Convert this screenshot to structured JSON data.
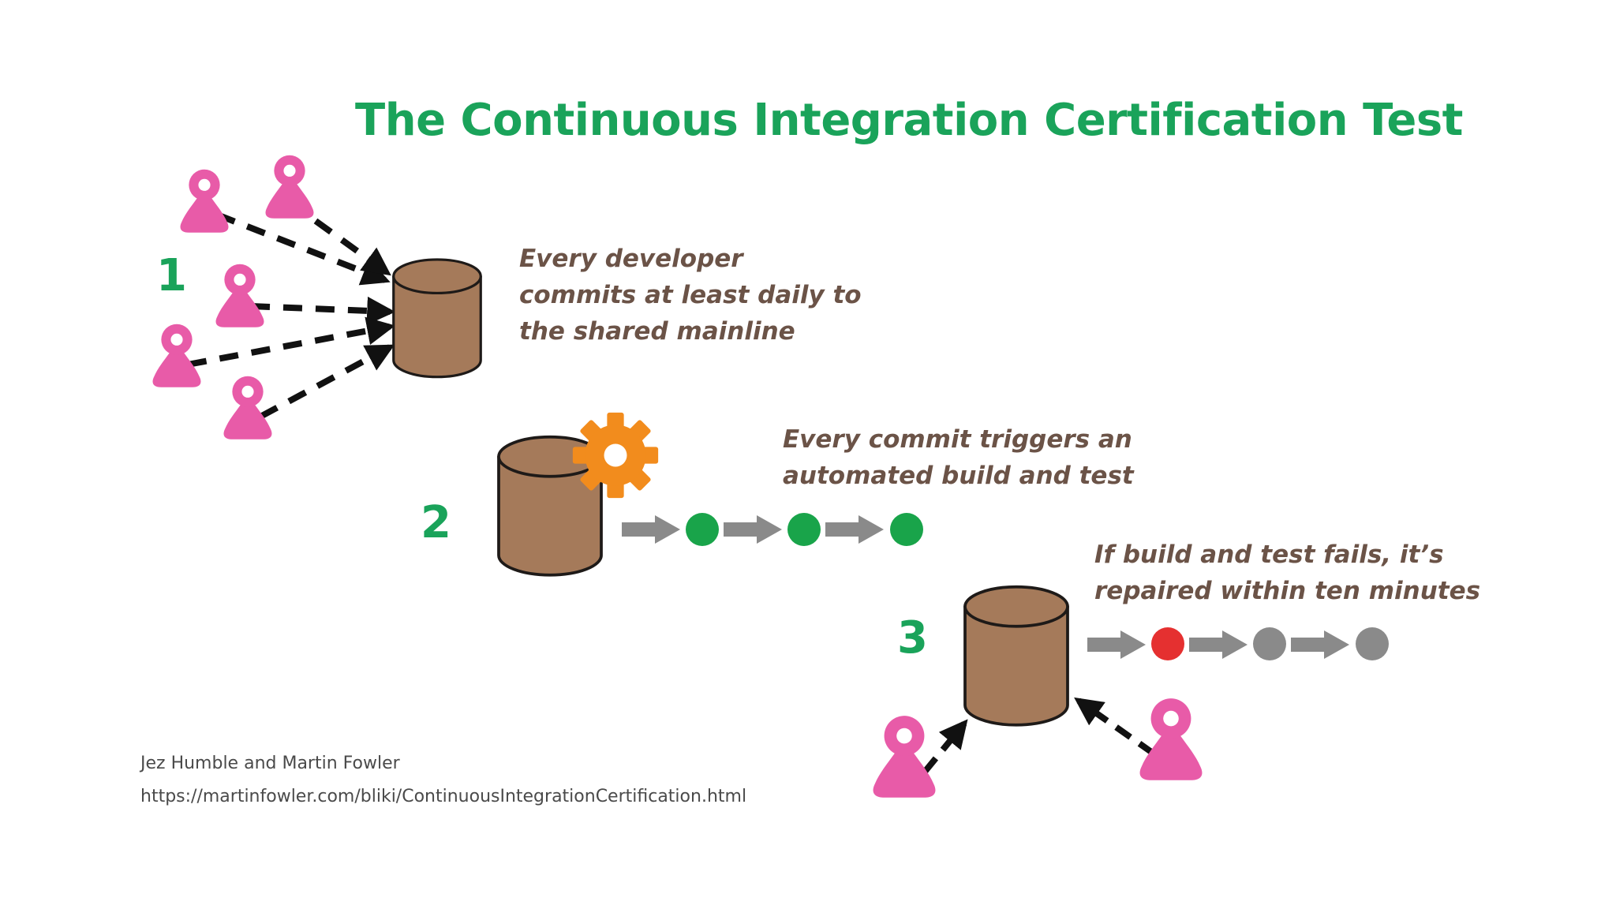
{
  "title": "The Continuous Integration Certification Test",
  "steps": [
    {
      "number": "1",
      "caption_lines": [
        "Every developer",
        "commits at least daily to",
        "the shared mainline"
      ]
    },
    {
      "number": "2",
      "caption_lines": [
        "Every commit triggers an",
        "automated build and test"
      ]
    },
    {
      "number": "3",
      "caption_lines": [
        "If build and test fails, it’s",
        "repaired within ten minutes"
      ]
    }
  ],
  "credit": {
    "authors": "Jez Humble and Martin Fowler",
    "url": "https://martinfowler.com/bliki/ContinuousIntegrationCertification.html"
  },
  "pipelines": {
    "step2": [
      "pass",
      "pass",
      "pass"
    ],
    "step3": [
      "fail",
      "pending",
      "pending"
    ]
  },
  "colors": {
    "title_green": "#1aa35a",
    "step_number_green": "#1aa35a",
    "caption_brown": "#6b5347",
    "developer_pink": "#e85ba8",
    "repo_brown": "#a57a5a",
    "gear_orange": "#f28c1d",
    "status_pass": "#19a44a",
    "status_fail": "#e53030",
    "status_pending": "#8a8a8a",
    "pipeline_arrow": "#8a8a8a"
  },
  "icons": [
    "developer-icon",
    "repository-icon",
    "gear-icon",
    "arrow-icon",
    "status-dot-icon"
  ]
}
